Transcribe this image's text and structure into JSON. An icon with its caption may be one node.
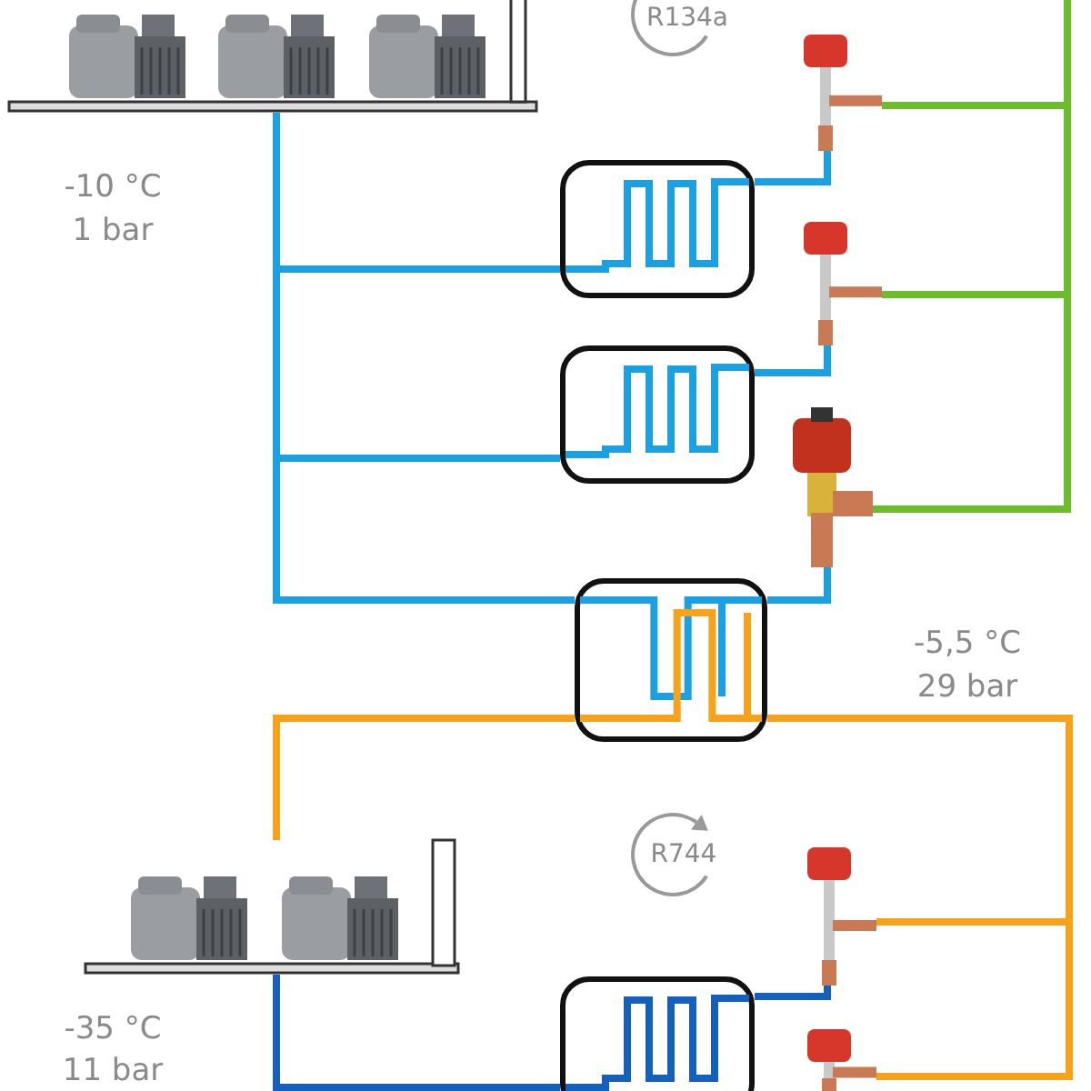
{
  "diagram": {
    "nodes": [
      {
        "text": [],
        "shape": "picture"
      },
      {
        "text": [],
        "shape": "box"
      },
      {
        "text": [],
        "shape": "box"
      },
      {
        "text": [],
        "shape": "picture"
      },
      {
        "text": [],
        "shape": "picture"
      },
      {
        "text": [],
        "shape": "picture"
      },
      {
        "text": [],
        "shape": "box"
      },
      {
        "text": [],
        "shape": "picture"
      },
      {
        "text": [],
        "shape": "box"
      },
      {
        "text": [],
        "shape": "picture"
      },
      {
        "text": [],
        "shape": "picture"
      }
    ],
    "edges": [
      {
        "from": 0,
        "to": 1,
        "arrow": "none"
      },
      {
        "from": 0,
        "to": 2,
        "arrow": "none"
      },
      {
        "from": 0,
        "to": 6,
        "arrow": "none"
      },
      {
        "from": 1,
        "to": 3,
        "arrow": "none"
      },
      {
        "from": 2,
        "to": 4,
        "arrow": "none"
      },
      {
        "from": 6,
        "to": 5,
        "arrow": "none"
      },
      {
        "from": 3,
        "to": null,
        "arrow": "none",
        "color": "#6cbd2c"
      },
      {
        "from": 4,
        "to": null,
        "arrow": "none",
        "color": "#6cbd2c"
      },
      {
        "from": 5,
        "to": null,
        "arrow": "none",
        "color": "#6cbd2c"
      },
      {
        "from": 6,
        "to": 7,
        "arrow": "none",
        "color": "#f7a21b"
      },
      {
        "from": 6,
        "to": 9,
        "arrow": "none",
        "color": "#f7a21b"
      },
      {
        "from": 6,
        "to": 10,
        "arrow": "none",
        "color": "#f7a21b"
      },
      {
        "from": 7,
        "to": 8,
        "arrow": "none",
        "color": "#1560bd"
      },
      {
        "from": 8,
        "to": 9,
        "arrow": "none",
        "color": "#1560bd"
      }
    ],
    "labels": [
      "R134a",
      "-10 °C",
      "1 bar",
      "-5,5 °C",
      "29 bar",
      "R744",
      "-35 °C",
      "11 bar"
    ]
  }
}
